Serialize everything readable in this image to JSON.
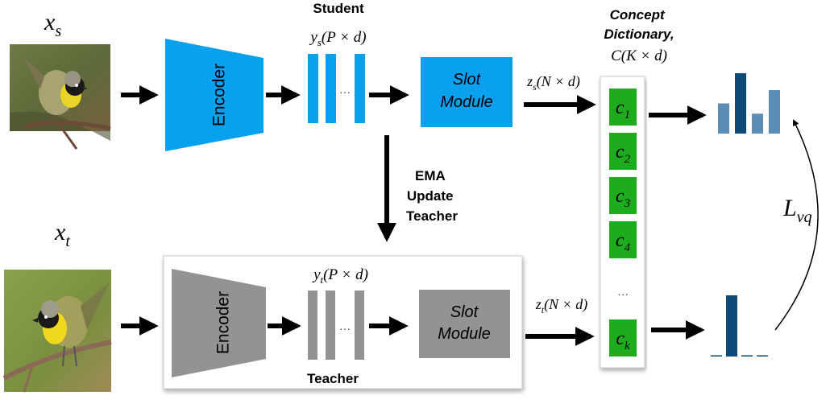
{
  "colors": {
    "student_blue": "#0aa0f0",
    "teacher_gray": "#939393",
    "concept_green": "#1eac1e",
    "bar_light": "#5b8db5",
    "bar_dark": "#0d4a78",
    "arrow": "#000000"
  },
  "inputs": {
    "student_label": "x",
    "student_sub": "s",
    "teacher_label": "x",
    "teacher_sub": "t",
    "student_image_icon": "bird-photo-icon",
    "teacher_image_icon": "bird-photo-icon"
  },
  "student": {
    "title": "Student",
    "encoder_label": "Encoder",
    "features_label_var": "y",
    "features_label_sub": "s",
    "features_label_dims": "(P × d)",
    "slot_line1": "Slot",
    "slot_line2": "Module",
    "slot_out_var": "z",
    "slot_out_sub": "s",
    "slot_out_dims": "(N × d)",
    "ellipsis": "···"
  },
  "teacher": {
    "title": "Teacher",
    "encoder_label": "Encoder",
    "features_label_var": "y",
    "features_label_sub": "t",
    "features_label_dims": "(P × d)",
    "slot_line1": "Slot",
    "slot_line2": "Module",
    "slot_out_var": "z",
    "slot_out_sub": "t",
    "slot_out_dims": "(N × d)",
    "ellipsis": "···"
  },
  "ema": {
    "line1": "EMA",
    "line2": "Update",
    "line3": "Teacher"
  },
  "dictionary": {
    "title_line1": "Concept",
    "title_line2": "Dictionary,",
    "size_var": "C",
    "size_dims": "(K × d)",
    "entries": [
      {
        "var": "c",
        "sub": "1"
      },
      {
        "var": "c",
        "sub": "2"
      },
      {
        "var": "c",
        "sub": "3"
      },
      {
        "var": "c",
        "sub": "4"
      },
      {
        "var": "c",
        "sub": "k"
      }
    ],
    "ellipsis": "···"
  },
  "loss": {
    "var": "L",
    "sub": "vq"
  },
  "student_histogram": [
    0.5,
    1.0,
    0.33,
    0.72
  ],
  "teacher_histogram": [
    0.02,
    1.0,
    0.02,
    0.02
  ]
}
